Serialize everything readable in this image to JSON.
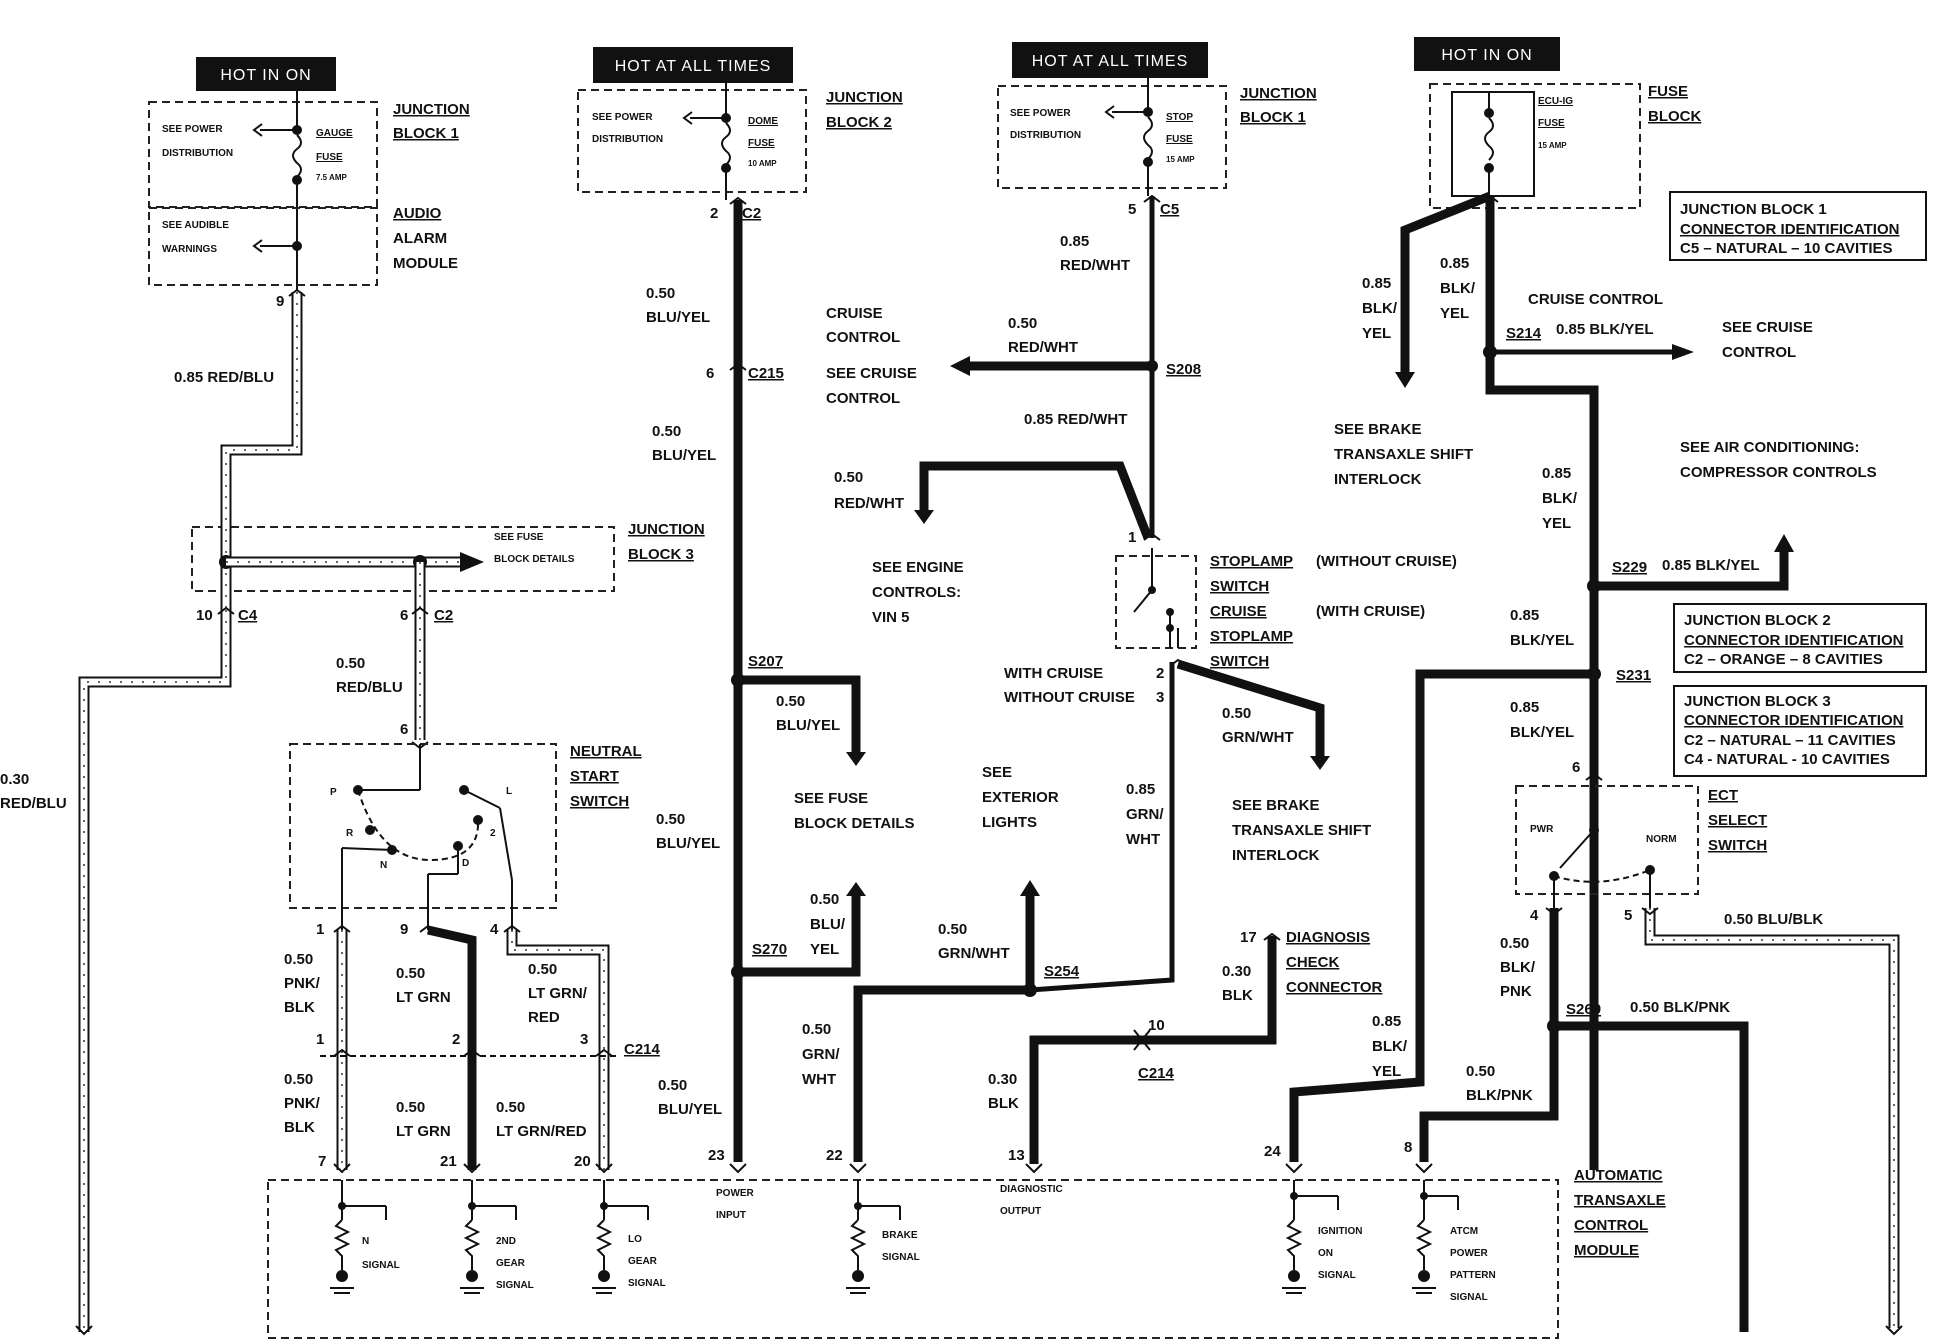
{
  "hot_labels": [
    "HOT IN ON",
    "HOT AT ALL TIMES",
    "HOT AT ALL TIMES",
    "HOT IN ON"
  ],
  "fuses": {
    "f1": {
      "see": [
        "SEE POWER",
        "DISTRIBUTION"
      ],
      "name": [
        "GAUGE",
        "FUSE"
      ],
      "amp": "7.5 AMP"
    },
    "f2": {
      "see": [
        "SEE POWER",
        "DISTRIBUTION"
      ],
      "name": [
        "DOME",
        "FUSE"
      ],
      "amp": "10 AMP"
    },
    "f3": {
      "see": [
        "SEE POWER",
        "DISTRIBUTION"
      ],
      "name": [
        "STOP",
        "FUSE"
      ],
      "amp": "15 AMP"
    },
    "f4": {
      "name": [
        "ECU-IG",
        "FUSE"
      ],
      "amp": "15 AMP"
    }
  },
  "audible": [
    "SEE AUDIBLE",
    "WARNINGS"
  ],
  "blocks": {
    "jb1a": [
      "JUNCTION",
      "BLOCK 1"
    ],
    "audio": [
      "AUDIO",
      "ALARM",
      "MODULE"
    ],
    "jb2": [
      "JUNCTION",
      "BLOCK 2"
    ],
    "jb1b": [
      "JUNCTION",
      "BLOCK 1"
    ],
    "fuseblock": [
      "FUSE",
      "BLOCK"
    ],
    "jb3": [
      "JUNCTION",
      "BLOCK 3"
    ],
    "neutral": [
      "NEUTRAL",
      "START",
      "SWITCH"
    ],
    "ect": [
      "ECT",
      "SELECT",
      "SWITCH"
    ],
    "dlc": [
      "DIAGNOSIS",
      "CHECK",
      "CONNECTOR"
    ],
    "atcm": [
      "AUTOMATIC",
      "TRANSAXLE",
      "CONTROL",
      "MODULE"
    ]
  },
  "connector_id": {
    "jb1": [
      "JUNCTION BLOCK 1",
      "CONNECTOR IDENTIFICATION",
      "C5 – NATURAL – 10 CAVITIES"
    ],
    "jb2": [
      "JUNCTION BLOCK 2",
      "CONNECTOR IDENTIFICATION",
      "C2 – ORANGE – 8 CAVITIES"
    ],
    "jb3": [
      "JUNCTION BLOCK 3",
      "CONNECTOR IDENTIFICATION",
      "C2 – NATURAL – 11 CAVITIES",
      "C4 - NATURAL - 10 CAVITIES"
    ]
  },
  "stoplamp": {
    "l1": "STOPLAMP",
    "l2": "SWITCH",
    "l3": "CRUISE",
    "l4": "STOPLAMP",
    "l5": "SWITCH",
    "without": "(WITHOUT CRUISE)",
    "with": "(WITH CRUISE)",
    "withc": "WITH CRUISE",
    "withoutc": "WITHOUT CRUISE"
  },
  "neutral_pos": [
    "P",
    "R",
    "N",
    "D",
    "2",
    "L"
  ],
  "ect_pos": [
    "PWR",
    "NORM"
  ],
  "refs": {
    "fuse_details": [
      "SEE FUSE",
      "BLOCK DETAILS"
    ],
    "cruise1": [
      "CRUISE",
      "CONTROL"
    ],
    "cruise2": [
      "SEE CRUISE",
      "CONTROL"
    ],
    "engine": [
      "SEE ENGINE",
      "CONTROLS:",
      "VIN 5"
    ],
    "fuse_details2": [
      "SEE FUSE",
      "BLOCK DETAILS"
    ],
    "exterior": [
      "SEE",
      "EXTERIOR",
      "LIGHTS"
    ],
    "brake1": [
      "SEE BRAKE",
      "TRANSAXLE SHIFT",
      "INTERLOCK"
    ],
    "brake2": [
      "SEE BRAKE",
      "TRANSAXLE SHIFT",
      "INTERLOCK"
    ],
    "cruise3": "CRUISE CONTROL",
    "cruise4": [
      "SEE CRUISE",
      "CONTROL"
    ],
    "aircon": [
      "SEE AIR CONDITIONING:",
      "COMPRESSOR CONTROLS"
    ]
  },
  "splices": [
    "S207",
    "S208",
    "S214",
    "S229",
    "S231",
    "S254",
    "S269",
    "S270"
  ],
  "connectors": {
    "c2a": "C2",
    "c5": "C5",
    "c215": "C215",
    "c4": "C4",
    "c2b": "C2",
    "c214a": "C214",
    "c214b": "C214"
  },
  "pins": [
    "9",
    "2",
    "5",
    "6",
    "10",
    "6",
    "6",
    "1",
    "9",
    "4",
    "1",
    "2",
    "3",
    "7",
    "21",
    "20",
    "23",
    "22",
    "13",
    "24",
    "8",
    "1",
    "2",
    "3",
    "10",
    "17",
    "6",
    "4",
    "5"
  ],
  "wires": {
    "w1": "0.85 RED/BLU",
    "w2": [
      "0.50",
      "BLU/YEL"
    ],
    "w3": [
      "0.50",
      "BLU/YEL"
    ],
    "w4": [
      "0.85",
      "RED/WHT"
    ],
    "w5": [
      "0.50",
      "RED/WHT"
    ],
    "w6": "0.85 RED/WHT",
    "w7": [
      "0.50",
      "RED/WHT"
    ],
    "w8": [
      "0.85",
      "BLK/",
      "YEL"
    ],
    "w9": [
      "0.85",
      "BLK/",
      "YEL"
    ],
    "w10": "0.85 BLK/YEL",
    "w11": [
      "0.85",
      "BLK/",
      "YEL"
    ],
    "w12": "0.85 BLK/YEL",
    "w13": [
      "0.85",
      "BLK/YEL"
    ],
    "w14": [
      "0.85",
      "BLK/YEL"
    ],
    "w15": [
      "0.30",
      "RED/BLU"
    ],
    "w16": [
      "0.50",
      "RED/BLU"
    ],
    "w17": [
      "0.50",
      "BLU/YEL"
    ],
    "w18": [
      "0.50",
      "BLU/YEL"
    ],
    "w19": [
      "0.50",
      "GRN/WHT"
    ],
    "w20": [
      "0.85",
      "GRN/",
      "WHT"
    ],
    "w21": [
      "0.50",
      "BLU/",
      "YEL"
    ],
    "w22": [
      "0.50",
      "GRN/WHT"
    ],
    "w23": [
      "0.50",
      "GRN/",
      "WHT"
    ],
    "w24": [
      "0.50",
      "PNK/",
      "BLK"
    ],
    "w25": [
      "0.50",
      "LT GRN"
    ],
    "w26": [
      "0.50",
      "LT GRN/",
      "RED"
    ],
    "w27": [
      "0.50",
      "PNK/",
      "BLK"
    ],
    "w28": [
      "0.50",
      "LT GRN"
    ],
    "w29": [
      "0.50",
      "LT GRN/RED"
    ],
    "w30": [
      "0.50",
      "BLU/YEL"
    ],
    "w31": [
      "0.30",
      "BLK"
    ],
    "w32": [
      "0.30",
      "BLK"
    ],
    "w33": [
      "0.85",
      "BLK/",
      "YEL"
    ],
    "w34": [
      "0.50",
      "BLK/PNK"
    ],
    "w35": "0.50 BLK/PNK",
    "w36": [
      "0.50",
      "BLK/",
      "PNK"
    ],
    "w37": "0.50 BLU/BLK"
  },
  "module_signals": {
    "n": [
      "N",
      "SIGNAL"
    ],
    "g2": [
      "2ND",
      "GEAR",
      "SIGNAL"
    ],
    "lo": [
      "LO",
      "GEAR",
      "SIGNAL"
    ],
    "power": [
      "POWER",
      "INPUT"
    ],
    "brake": [
      "BRAKE",
      "SIGNAL"
    ],
    "diag": [
      "DIAGNOSTIC",
      "OUTPUT"
    ],
    "ign": [
      "IGNITION",
      "ON",
      "SIGNAL"
    ],
    "atcm": [
      "ATCM",
      "POWER",
      "PATTERN",
      "SIGNAL"
    ]
  }
}
